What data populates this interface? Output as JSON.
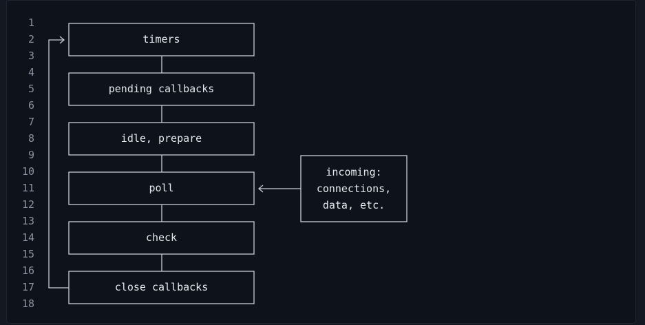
{
  "line_numbers": [
    "1",
    "2",
    "3",
    "4",
    "5",
    "6",
    "7",
    "8",
    "9",
    "10",
    "11",
    "12",
    "13",
    "14",
    "15",
    "16",
    "17",
    "18"
  ],
  "phases": [
    {
      "key": "timers",
      "label": "timers"
    },
    {
      "key": "pending",
      "label": "pending callbacks"
    },
    {
      "key": "idle",
      "label": "idle, prepare"
    },
    {
      "key": "poll",
      "label": "poll"
    },
    {
      "key": "check",
      "label": "check"
    },
    {
      "key": "close",
      "label": "close callbacks"
    }
  ],
  "incoming": {
    "line1": "incoming:",
    "line2": "connections,",
    "line3": "data, etc."
  },
  "colors": {
    "background": "#0e121b",
    "text": "#e4e8ee",
    "line_number": "#8b93a1",
    "border": "#c9ced6"
  }
}
